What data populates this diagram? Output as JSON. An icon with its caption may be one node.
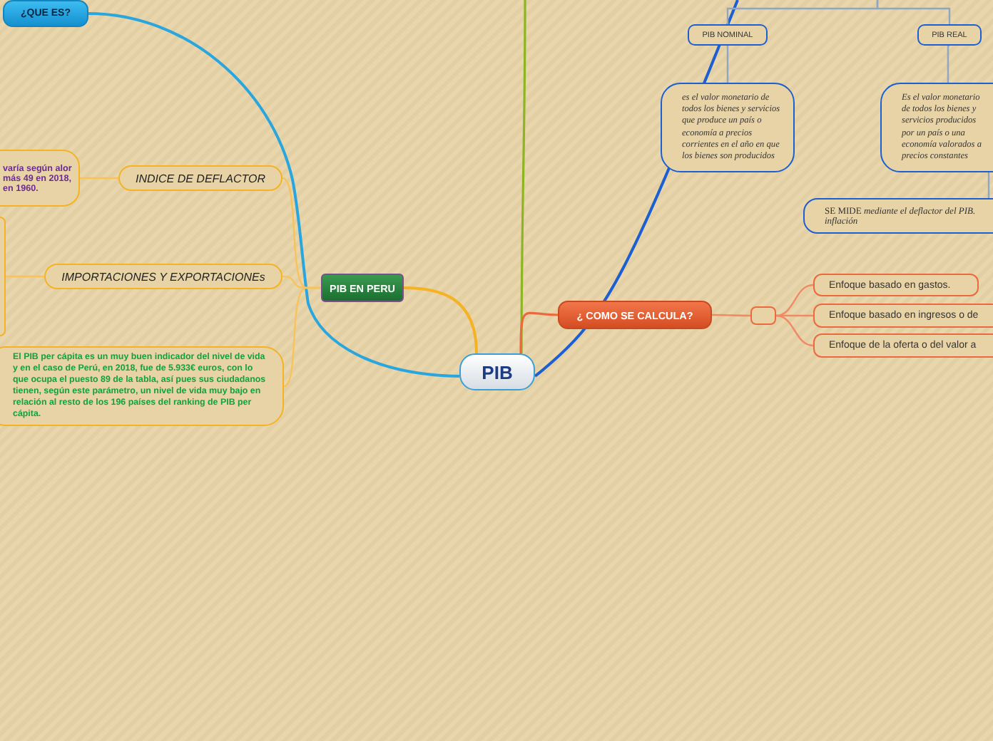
{
  "diagram": {
    "nodes": [
      {
        "text": [
          "¿QUE ES?"
        ]
      },
      {
        "text": [
          "PIB NOMINAL"
        ]
      },
      {
        "text": [
          "PIB REAL"
        ]
      },
      {
        "text": [
          "es el valor monetario de todos los bienes y servicios que produce un país o economía a precios corrientes en el año en que los bienes son producidos"
        ]
      },
      {
        "text": [
          "Es el valor monetario de todos los bienes y servicios producidos por un país o una economía valorados a precios constantes"
        ]
      },
      {
        "text": [
          "SE MIDE *mediante el deflactor del PIB. inflación*"
        ]
      },
      {
        "text": [
          "varía según alor más 49 en 2018, en 1960."
        ]
      },
      {
        "text": [
          "INDICE DE DEFLACTOR"
        ]
      },
      {
        "text": [],
        "shape": "box"
      },
      {
        "text": [
          "IMPORTACIONES Y EXPORTACIONEs"
        ]
      },
      {
        "text": [
          "PIB EN PERU"
        ]
      },
      {
        "text": [
          "El PIB per cápita es un muy buen indicador del nivel de vida y en el caso de Perú, en 2018, fue de 5.933€ euros, con lo que ocupa el puesto 89 de la tabla, así pues sus ciudadanos tienen, según este parámetro, un nivel de vida muy bajo en relación al resto de los 196 países del ranking de PIB per cápita."
        ]
      },
      {
        "text": [
          "¿ COMO SE CALCULA?"
        ]
      },
      {
        "text": [],
        "shape": "box"
      },
      {
        "text": [
          "Enfoque basado en gastos."
        ]
      },
      {
        "text": [
          "Enfoque basado en ingresos o de"
        ]
      },
      {
        "text": [
          "Enfoque de la oferta o del valor a"
        ]
      },
      {
        "text": [
          "PIB"
        ]
      }
    ],
    "edges": [
      {
        "from": 17,
        "to": 0,
        "arrow": "none",
        "color": "#2aa6de"
      },
      {
        "from": 17,
        "to": null,
        "arrow": "none",
        "color": "#8cb521"
      },
      {
        "from": 17,
        "to": 10,
        "arrow": "none",
        "color": "#f5b324"
      },
      {
        "from": 17,
        "to": 12,
        "arrow": "none",
        "color": "#ea6a3e"
      },
      {
        "from": 17,
        "to": null,
        "arrow": "none",
        "color": "#1b5fd2"
      },
      {
        "from": 10,
        "to": 7,
        "arrow": "none",
        "color": "#f7c35a"
      },
      {
        "from": 10,
        "to": 9,
        "arrow": "none",
        "color": "#f7c35a"
      },
      {
        "from": 10,
        "to": 11,
        "arrow": "none",
        "color": "#f7c35a"
      },
      {
        "from": 7,
        "to": 6,
        "arrow": "none",
        "color": "#f7c35a"
      },
      {
        "from": 9,
        "to": 8,
        "arrow": "none",
        "color": "#f7c35a"
      },
      {
        "from": null,
        "to": 1,
        "arrow": "none",
        "color": "#8ea6c4"
      },
      {
        "from": null,
        "to": 2,
        "arrow": "none",
        "color": "#8ea6c4"
      },
      {
        "from": 1,
        "to": 3,
        "arrow": "none",
        "color": "#8ea6c4"
      },
      {
        "from": 2,
        "to": 4,
        "arrow": "none",
        "color": "#8ea6c4"
      },
      {
        "from": 4,
        "to": 5,
        "arrow": "none",
        "color": "#8ea6c4"
      },
      {
        "from": 12,
        "to": 13,
        "arrow": "none",
        "color": "#f08a64"
      },
      {
        "from": 13,
        "to": 14,
        "arrow": "none",
        "color": "#f08a64"
      },
      {
        "from": 13,
        "to": 15,
        "arrow": "none",
        "color": "#f08a64"
      },
      {
        "from": 13,
        "to": 16,
        "arrow": "none",
        "color": "#f08a64"
      }
    ]
  }
}
